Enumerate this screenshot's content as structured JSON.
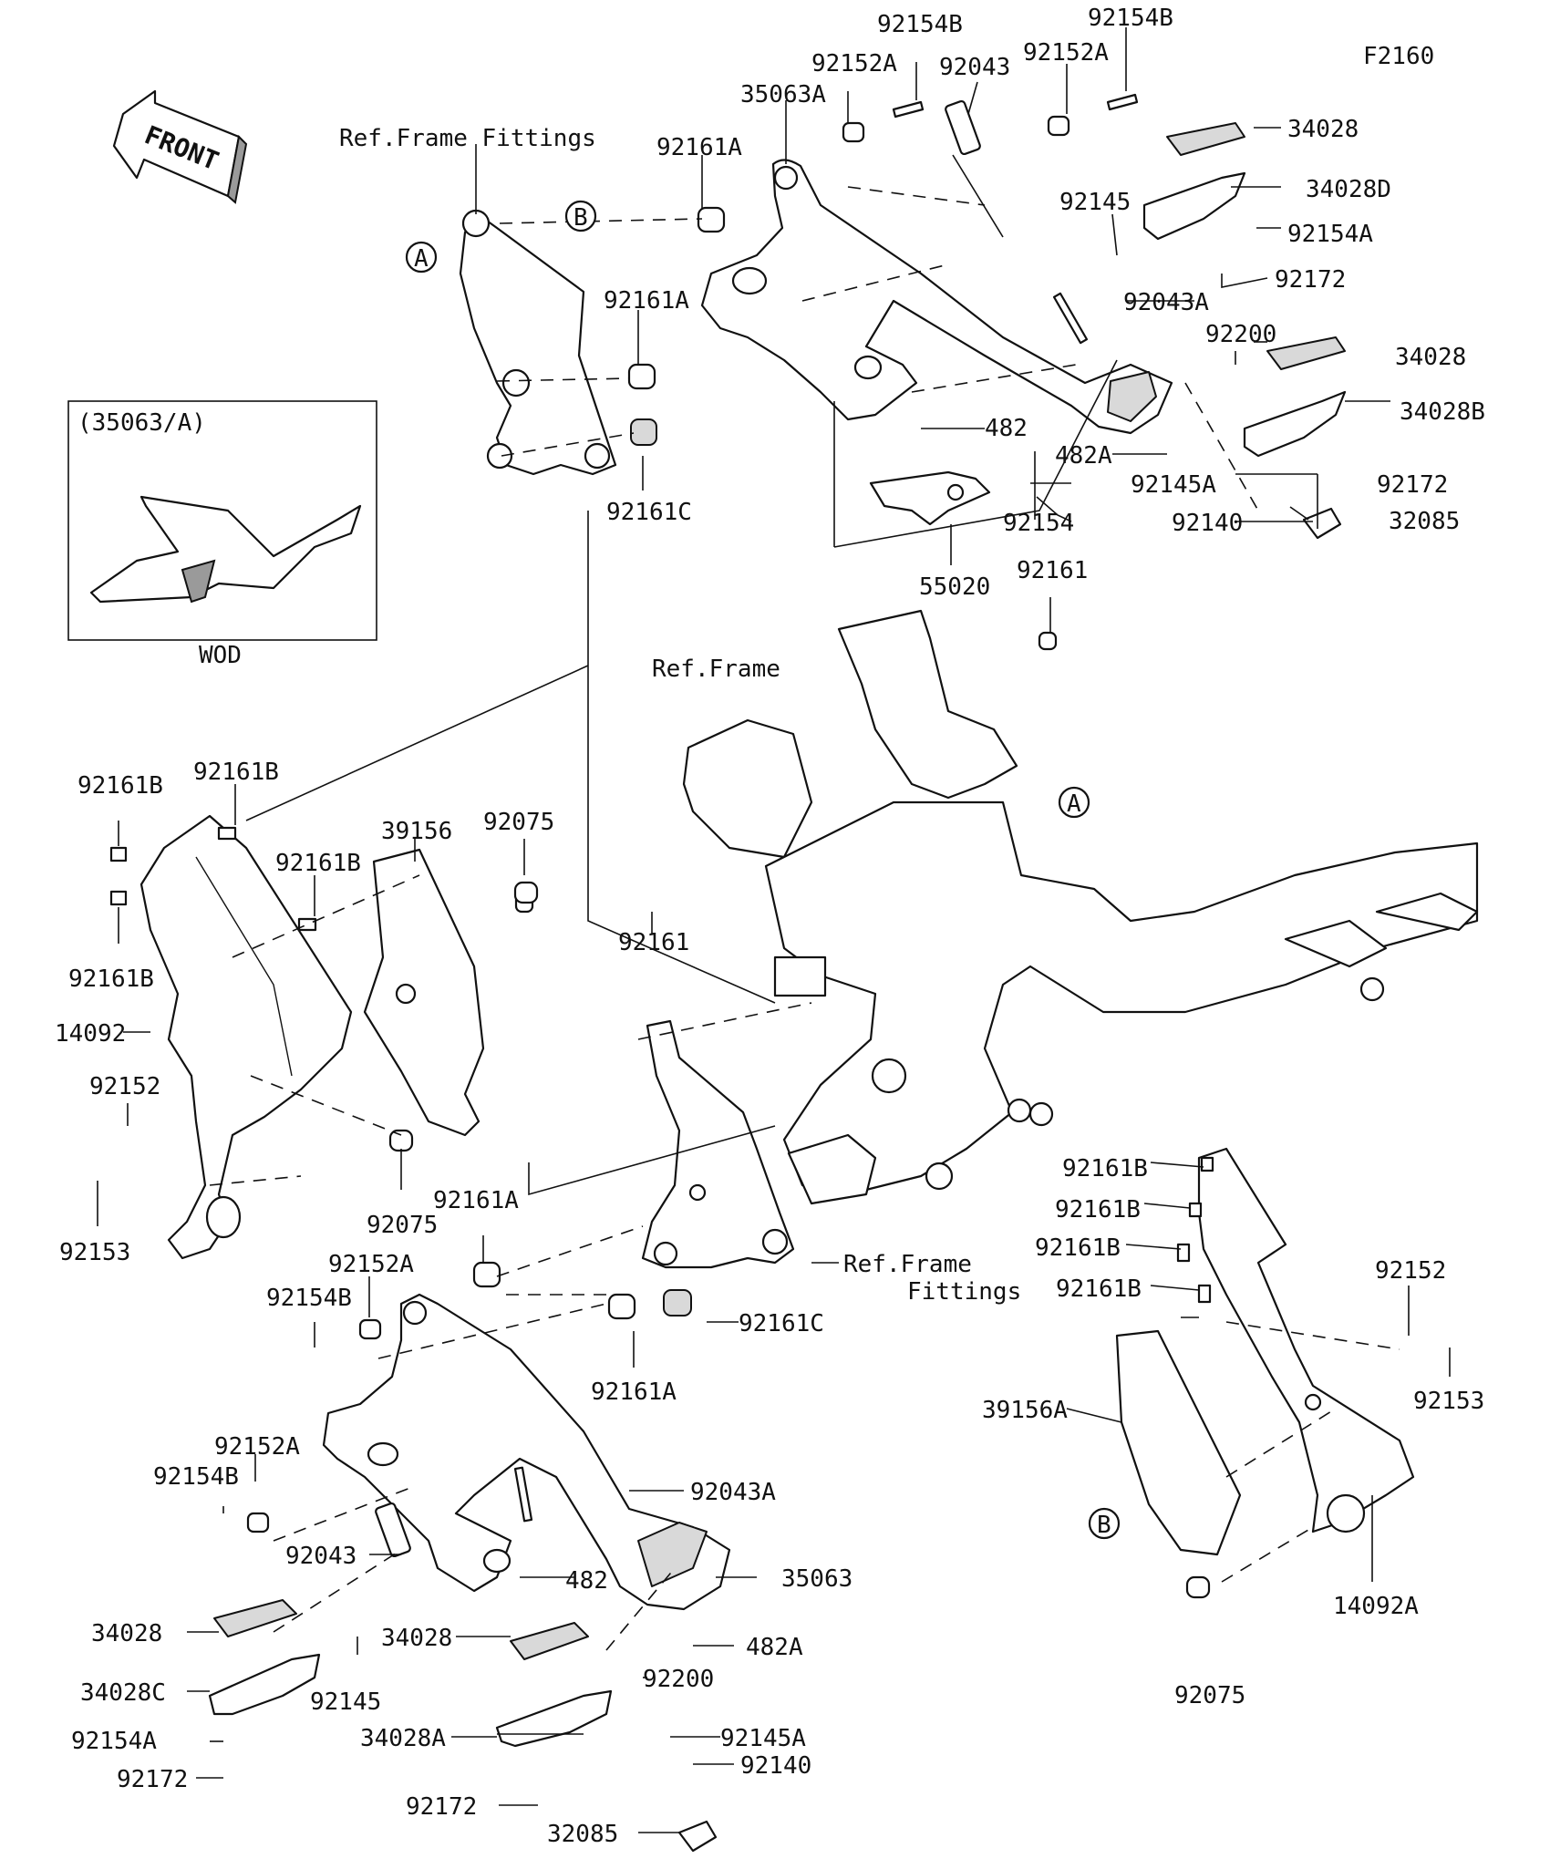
{
  "diagram_code": "F2160",
  "front_badge": "FRONT",
  "inset": {
    "title": "(35063/A)",
    "caption": "WOD"
  },
  "circle_markers": [
    "A",
    "B"
  ],
  "labels": {
    "l1": "92154B",
    "l2": "92154B",
    "l3": "92152A",
    "l4": "92043",
    "l5": "92152A",
    "l6": "35063A",
    "l7": "Ref.Frame Fittings",
    "l8": "92161A",
    "l9": "34028",
    "l10": "34028D",
    "l11": "92145",
    "l12": "92154A",
    "l13": "92172",
    "l14": "92161A",
    "l15": "92043A",
    "l16": "92200",
    "l17": "34028",
    "l18": "34028B",
    "l19": "482",
    "l20": "482A",
    "l21": "92161C",
    "l22": "92145A",
    "l23": "92172",
    "l24": "92154",
    "l25": "92140",
    "l26": "32085",
    "l27": "55020",
    "l28": "92161",
    "l29": "Ref.Frame",
    "l30": "92161B",
    "l31": "92161B",
    "l32": "39156",
    "l33": "92075",
    "l34": "92161B",
    "l35": "92161B",
    "l36": "92161",
    "l37": "14092",
    "l38": "92152",
    "l39": "92075",
    "l40": "92153",
    "l41": "92161A",
    "l42": "92152A",
    "l43": "Ref.Frame",
    "l44": "Fittings",
    "l45": "92154B",
    "l46": "92161C",
    "l47": "92161A",
    "l48": "92161B",
    "l49": "92161B",
    "l50": "92161B",
    "l51": "92161B",
    "l52": "92152",
    "l53": "92153",
    "l54": "39156A",
    "l55": "92152A",
    "l56": "92154B",
    "l57": "92043A",
    "l58": "92043",
    "l59": "35063",
    "l60": "482",
    "l61": "34028",
    "l62": "34028",
    "l63": "482A",
    "l64": "92145",
    "l65": "34028C",
    "l66": "92200",
    "l67": "92154A",
    "l68": "34028A",
    "l69": "92145A",
    "l70": "92140",
    "l71": "92172",
    "l72": "92172",
    "l73": "32085",
    "l74": "14092A",
    "l75": "92075"
  }
}
